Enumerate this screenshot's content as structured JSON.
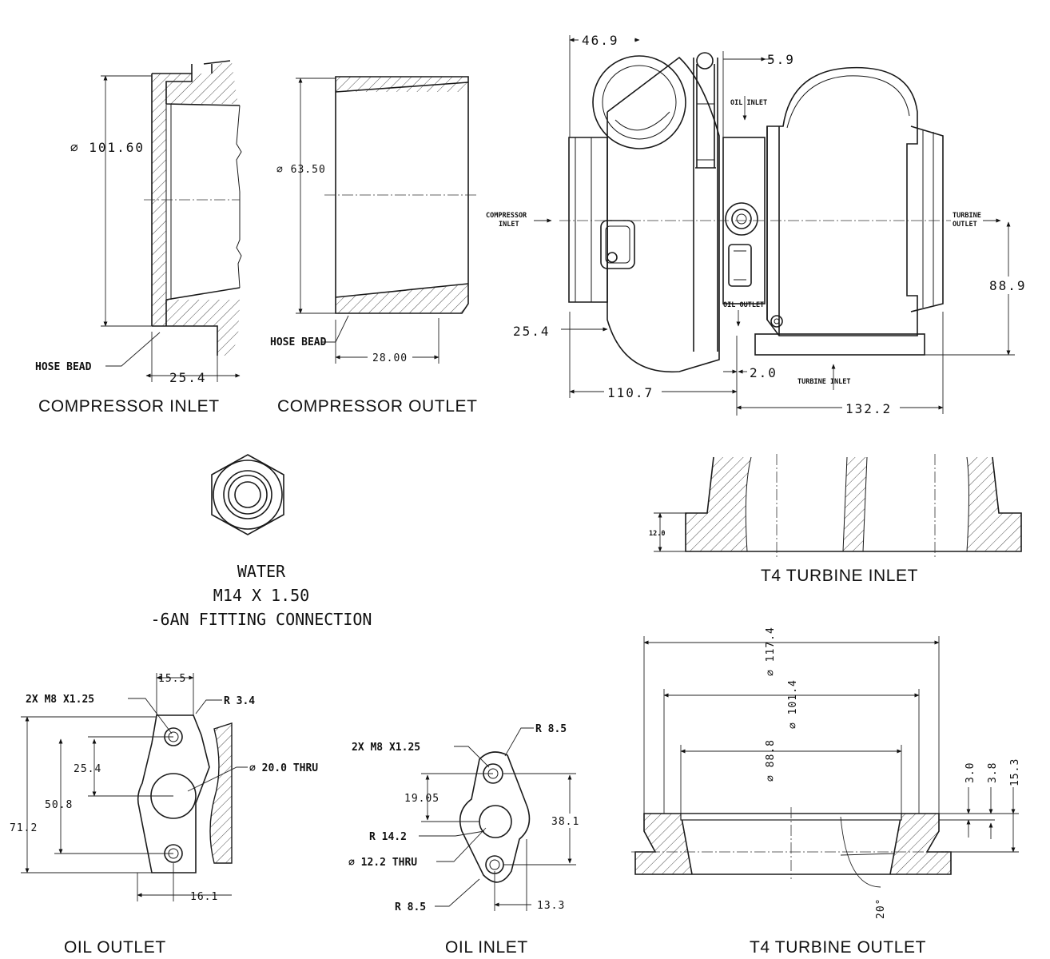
{
  "views": {
    "compressor_inlet": {
      "caption": "COMPRESSOR INLET",
      "diameter": "⌀ 101.60",
      "bead_label": "HOSE BEAD",
      "width": "25.4"
    },
    "compressor_outlet": {
      "caption": "COMPRESSOR OUTLET",
      "diameter": "⌀ 63.50",
      "bead_label": "HOSE BEAD",
      "width": "28.00"
    },
    "turbo": {
      "dim_top_left": "46.9",
      "dim_top_right": "5.9",
      "oil_inlet": "OIL INLET",
      "oil_outlet": "OIL OUTLET",
      "compressor_inlet": [
        "COMPRESSOR",
        "INLET"
      ],
      "turbine_outlet": [
        "TURBINE",
        "OUTLET"
      ],
      "turbine_inlet": "TURBINE INLET",
      "dim_left": "25.4",
      "dim_right": "88.9",
      "dim_small": "2.0",
      "dim_bottom_left": "110.7",
      "dim_bottom_right": "132.2"
    },
    "water": {
      "line1": "WATER",
      "line2": "M14 X 1.50",
      "line3": "-6AN FITTING CONNECTION"
    },
    "t4_inlet": {
      "caption": "T4 TURBINE INLET",
      "dim": "12.0"
    },
    "oil_outlet": {
      "caption": "OIL OUTLET",
      "thread": "2X M8  X1.25",
      "top": "15.5",
      "radius": "R 3.4",
      "d1": "25.4",
      "d2": "50.8",
      "d3": "71.2",
      "thru": "⌀ 20.0 THRU",
      "bottom": "16.1"
    },
    "oil_inlet": {
      "caption": "OIL INLET",
      "thread": "2X M8  X1.25",
      "radius_top": "R 8.5",
      "d1": "19.05",
      "r_mid": "R 14.2",
      "thru": "⌀ 12.2 THRU",
      "radius_bottom": "R 8.5",
      "right": "38.1",
      "bottom": "13.3"
    },
    "t4_outlet": {
      "caption": "T4 TURBINE OUTLET",
      "d1": "⌀ 117.4",
      "d2": "⌀ 101.4",
      "d3": "⌀ 88.8",
      "h1": "3.0",
      "h2": "3.8",
      "h3": "15.3",
      "angle": "20°"
    }
  }
}
